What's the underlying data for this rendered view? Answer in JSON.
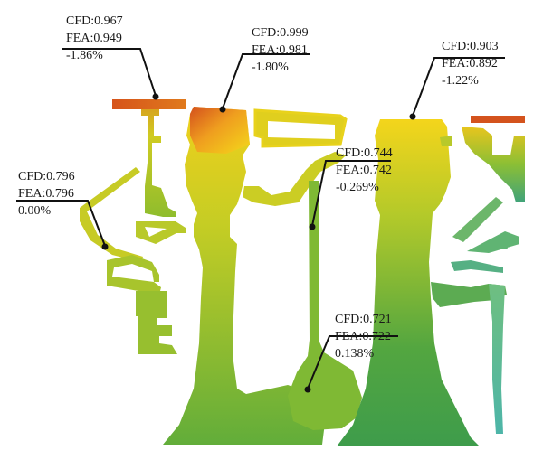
{
  "annotations": [
    {
      "id": "a1",
      "cfd": "CFD:0.967",
      "fea": "FEA:0.949",
      "diff": "-1.86%"
    },
    {
      "id": "a2",
      "cfd": "CFD:0.999",
      "fea": "FEA:0.981",
      "diff": "-1.80%"
    },
    {
      "id": "a3",
      "cfd": "CFD:0.903",
      "fea": "FEA:0.892",
      "diff": "-1.22%"
    },
    {
      "id": "a4",
      "cfd": "CFD:0.796",
      "fea": "FEA:0.796",
      "diff": "0.00%"
    },
    {
      "id": "a5",
      "cfd": "CFD:0.744",
      "fea": "FEA:0.742",
      "diff": "-0.269%"
    },
    {
      "id": "a6",
      "cfd": "CFD:0.721",
      "fea": "FEA:0.722",
      "diff": "0.138%"
    }
  ],
  "colors": {
    "hot": "#d6541b",
    "warm": "#f2d21a",
    "mid": "#a9c62a",
    "cool": "#3d9a4c",
    "teal": "#4db5a8",
    "leader": "#111111"
  }
}
